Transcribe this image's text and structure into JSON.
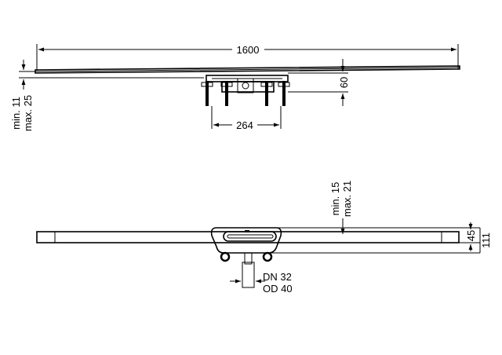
{
  "top_view": {
    "overall_length": "1600",
    "drain_depth": "60",
    "feet_spacing": "264",
    "height_min": "min. 11",
    "height_max": "max. 25"
  },
  "side_view": {
    "height_min": "min. 15",
    "height_max": "max. 21",
    "channel_height": "45",
    "total_height": "111",
    "outlet_dn": "DN 32",
    "outlet_od": "OD 40"
  }
}
